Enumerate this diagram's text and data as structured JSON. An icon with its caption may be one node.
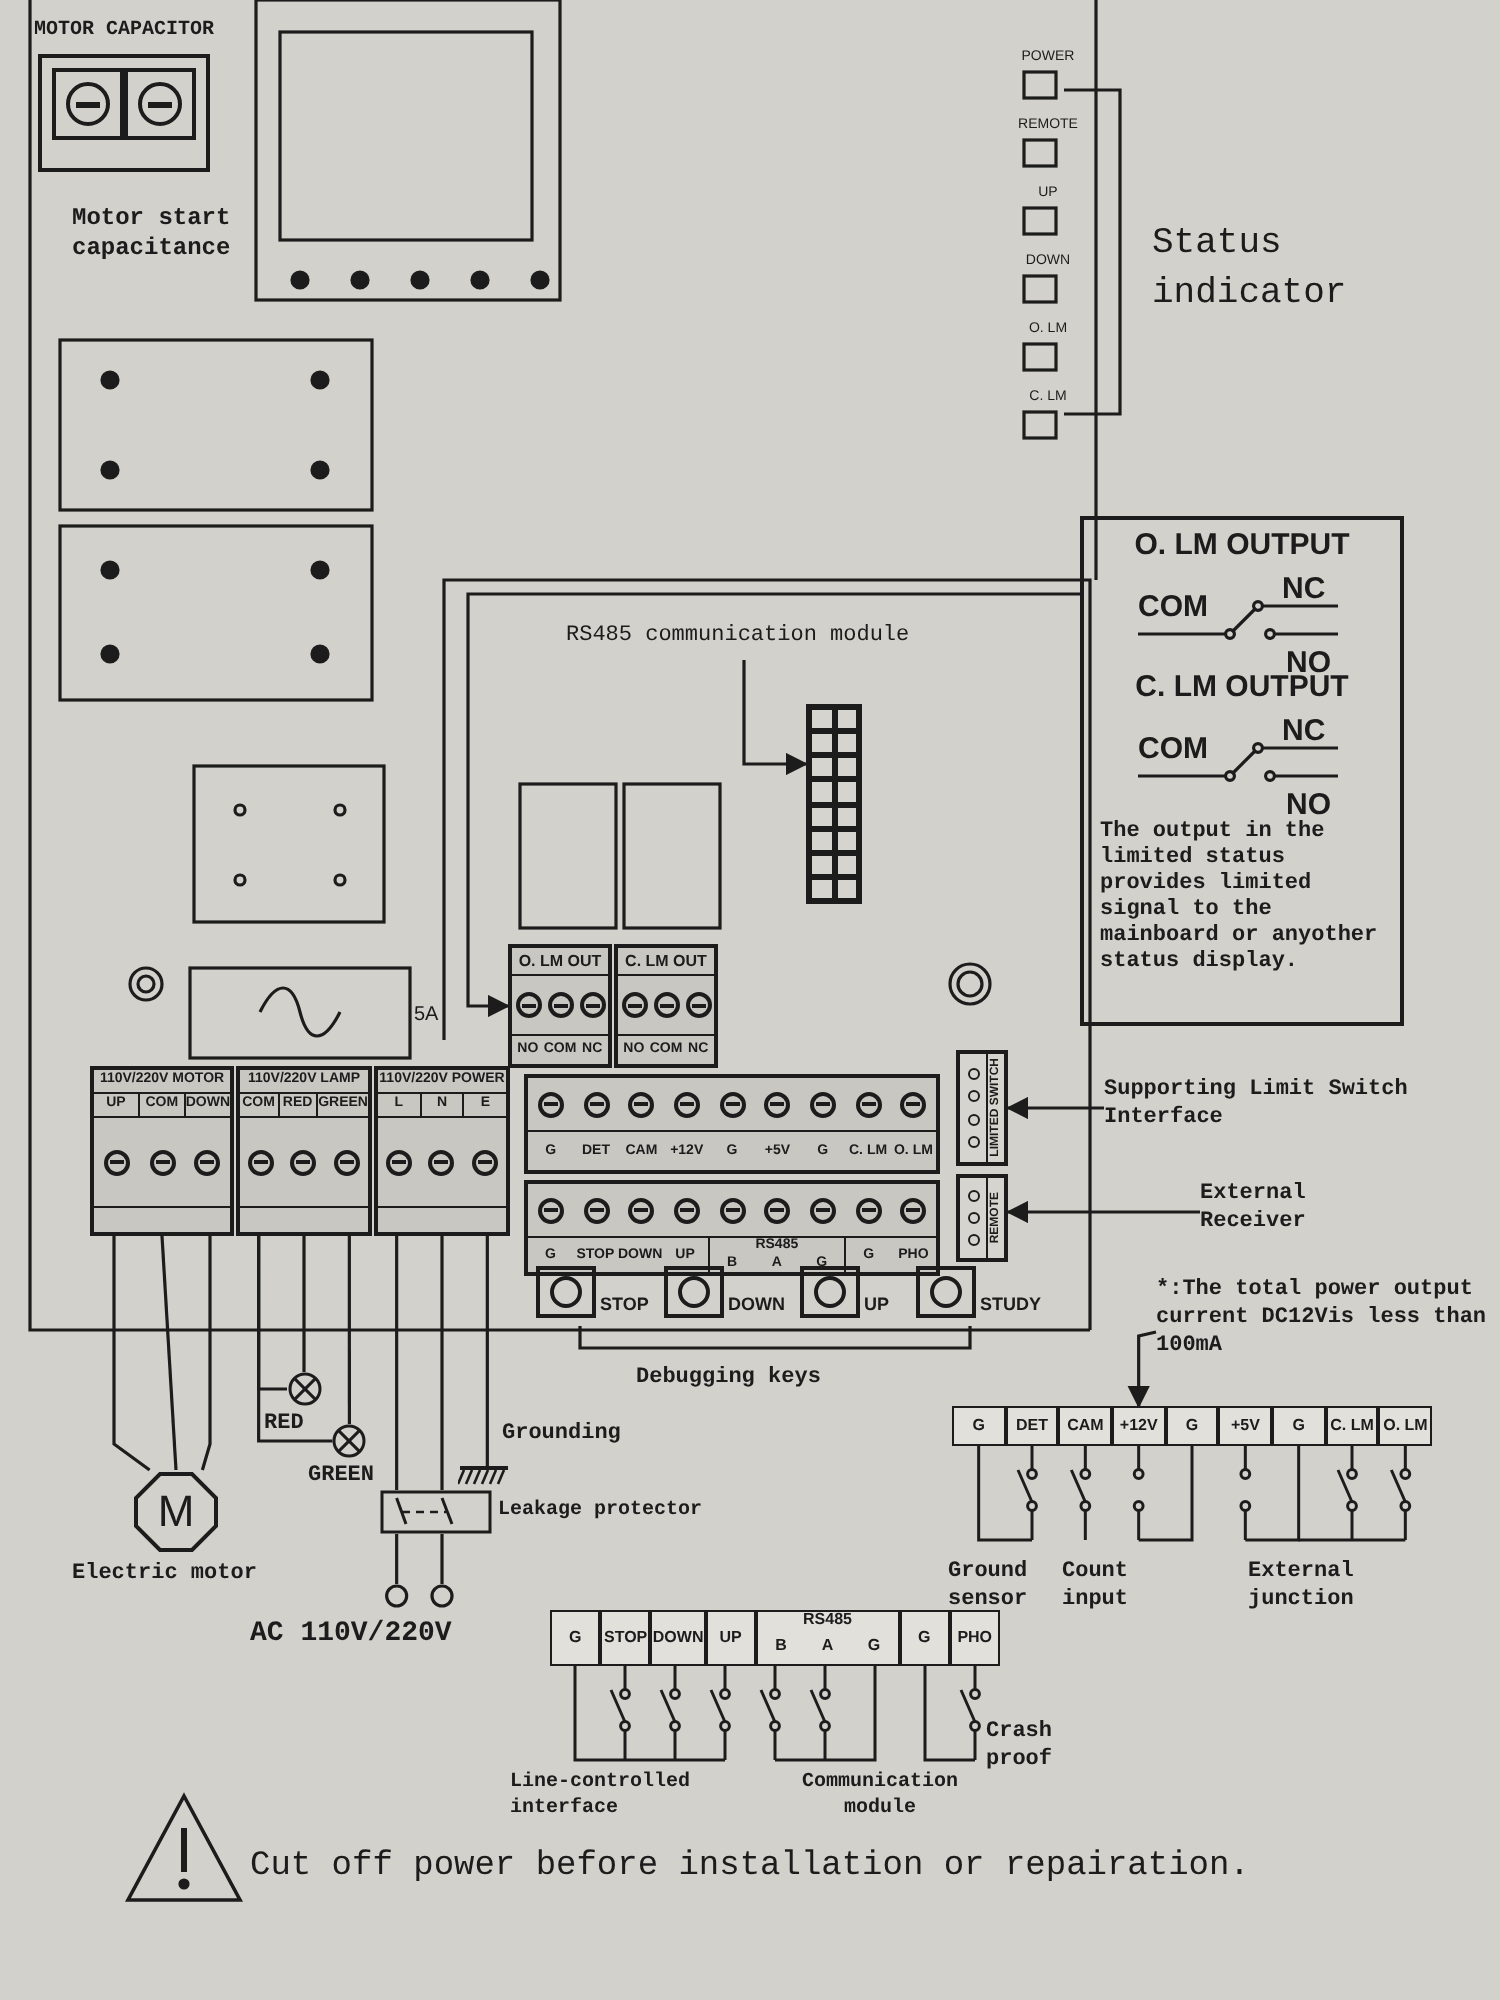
{
  "diagram": {
    "nodes": [
      {
        "text": [
          "MOTOR CAPACITOR"
        ],
        "beside": [
          "Motor start capacitance"
        ]
      },
      {
        "text": [
          "RS485 communication module"
        ]
      },
      {
        "text": [],
        "shape": "box"
      },
      {
        "text": [
          "O. LM OUTPUT",
          "COM",
          "NC",
          "NO",
          "C. LM OUTPUT",
          "COM",
          "NC",
          "NO",
          "The output in the limited status provides limited signal to the mainboard or anyother status display."
        ]
      },
      {
        "text": [
          "O. LM OUT",
          "NO",
          "COM",
          "NC"
        ]
      },
      {
        "text": [
          "C. LM OUT",
          "NO",
          "COM",
          "NC"
        ]
      },
      {
        "text": [
          "LIMITED SWITCH"
        ]
      },
      {
        "text": [
          "Supporting Limit Switch Interface"
        ]
      },
      {
        "text": [
          "REMOTE"
        ]
      },
      {
        "text": [
          "External Receiver"
        ]
      },
      {
        "text": [
          "G",
          "DET",
          "CAM",
          "+12V",
          "G",
          "+5V",
          "G",
          "C. LM",
          "O. LM"
        ]
      },
      {
        "text": [
          "G",
          "STOP",
          "DOWN",
          "UP",
          "RS485",
          "B",
          "A",
          "G",
          "G",
          "PHO"
        ]
      },
      {
        "text": [
          "STOP"
        ]
      },
      {
        "text": [
          "DOWN"
        ]
      },
      {
        "text": [
          "UP"
        ]
      },
      {
        "text": [
          "STUDY"
        ]
      },
      {
        "text": [
          "110V/220V MOTOR",
          "UP",
          "COM",
          "DOWN"
        ]
      },
      {
        "text": [
          "110V/220V LAMP",
          "COM",
          "RED",
          "GREEN"
        ]
      },
      {
        "text": [
          "110V/220V POWER",
          "L",
          "N",
          "E"
        ]
      },
      {
        "text": [
          "M"
        ],
        "beside": [
          "Electric motor"
        ]
      },
      {
        "text": [],
        "shape": "circle",
        "beside": [
          "RED"
        ]
      },
      {
        "text": [],
        "shape": "circle",
        "beside": [
          "GREEN"
        ]
      },
      {
        "text": [],
        "shape": "ground",
        "beside": [
          "Grounding"
        ]
      },
      {
        "text": [],
        "shape": "box",
        "beside": [
          "Leakage protector"
        ]
      },
      {
        "text": [
          "AC 110V/220V"
        ]
      },
      {
        "text": [
          "G",
          "DET",
          "CAM",
          "+12V",
          "G",
          "+5V",
          "G",
          "C. LM",
          "O. LM"
        ]
      },
      {
        "text": [
          "*:The total power output current DC12Vis less than 100mA"
        ]
      },
      {
        "text": [
          "G",
          "STOP",
          "DOWN",
          "UP",
          "RS485",
          "B",
          "A",
          "G",
          "G",
          "PHO"
        ]
      }
    ],
    "edges": [
      {
        "from": 1,
        "to": 2,
        "arrow": "to"
      },
      {
        "from": 3,
        "to": 4,
        "arrow": "to"
      },
      {
        "from": 7,
        "to": 6,
        "arrow": "to"
      },
      {
        "from": 9,
        "to": 8,
        "arrow": "to"
      },
      {
        "from": 16,
        "to": 19,
        "arrow": "none"
      },
      {
        "from": 16,
        "to": 19,
        "arrow": "none"
      },
      {
        "from": 16,
        "to": 19,
        "arrow": "none"
      },
      {
        "from": 17,
        "to": 20,
        "arrow": "none"
      },
      {
        "from": 17,
        "to": 20,
        "arrow": "none"
      },
      {
        "from": 17,
        "to": 21,
        "arrow": "none"
      },
      {
        "from": 17,
        "to": 21,
        "arrow": "none"
      },
      {
        "from": 18,
        "to": 22,
        "arrow": "none"
      },
      {
        "from": 18,
        "to": 23,
        "arrow": "none"
      },
      {
        "from": 18,
        "to": 23,
        "arrow": "none"
      },
      {
        "from": 23,
        "to": 24,
        "arrow": "none"
      },
      {
        "from": 23,
        "to": 24,
        "arrow": "none"
      },
      {
        "from": 26,
        "to": 25,
        "arrow": "to"
      }
    ],
    "labels": [
      "POWER",
      "REMOTE",
      "UP",
      "DOWN",
      "O. LM",
      "C. LM",
      "Status indicator",
      "5A",
      "Debugging keys",
      "Ground sensor",
      "Count input",
      "External junction",
      "Crash proof",
      "Line-controlled interface",
      "Communication module",
      "Cut off power before installation or repairation."
    ]
  }
}
